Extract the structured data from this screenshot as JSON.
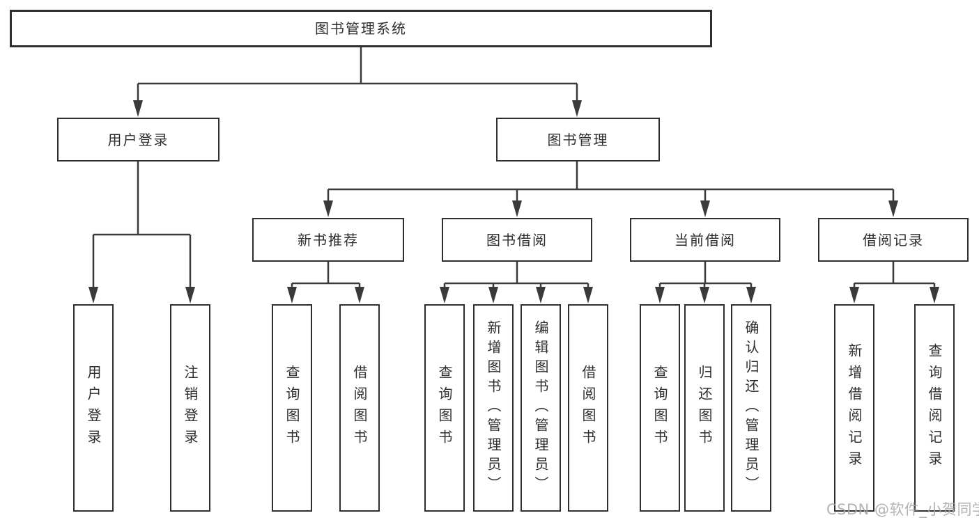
{
  "diagram": {
    "type": "functional-structure-tree",
    "root": {
      "label": "图书管理系统"
    },
    "level2": [
      {
        "label": "用户登录"
      },
      {
        "label": "图书管理"
      }
    ],
    "level3": [
      {
        "label": "新书推荐",
        "parent": "图书管理"
      },
      {
        "label": "图书借阅",
        "parent": "图书管理"
      },
      {
        "label": "当前借阅",
        "parent": "图书管理"
      },
      {
        "label": "借阅记录",
        "parent": "图书管理"
      }
    ],
    "leaves": {
      "user_login": [
        {
          "label": "用户登录"
        },
        {
          "label": "注销登录"
        }
      ],
      "new_book": [
        {
          "label": "查询图书"
        },
        {
          "label": "借阅图书"
        }
      ],
      "book_borrow": [
        {
          "label": "查询图书"
        },
        {
          "label": "新增图书（管理员）"
        },
        {
          "label": "编辑图书（管理员）"
        },
        {
          "label": "借阅图书"
        }
      ],
      "current_borrow": [
        {
          "label": "查询图书"
        },
        {
          "label": "归还图书"
        },
        {
          "label": "确认归还（管理员）"
        }
      ],
      "records": [
        {
          "label": "新增借阅记录"
        },
        {
          "label": "查询借阅记录"
        }
      ]
    }
  },
  "watermark": {
    "text": "CSDN @软件_小贺同学"
  },
  "colors": {
    "background": "#ffffff",
    "box_border": "#2f2f2f",
    "line": "#3a3a3a",
    "text": "#2e2e2e",
    "watermark": "#a8a8a8"
  }
}
